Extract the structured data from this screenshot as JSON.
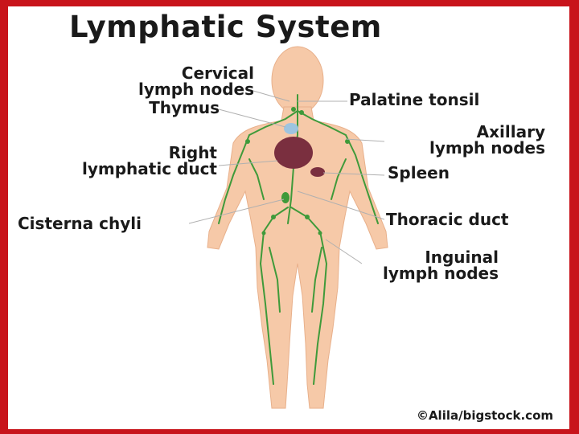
{
  "title": "Lymphatic System",
  "labels": {
    "cervical": "Cervical\nlymph nodes",
    "thymus": "Thymus",
    "right_duct": "Right\nlymphatic duct",
    "cisterna": "Cisterna chyli",
    "palatine": "Palatine tonsil",
    "axillary": "Axillary\nlymph nodes",
    "spleen": "Spleen",
    "thoracic": "Thoracic duct",
    "inguinal": "Inguinal\nlymph nodes"
  },
  "credit": "©Alila/bigstock.com",
  "colors": {
    "border": "#c8141b",
    "skin": "#f6c9a8",
    "skin_edge": "#e8b08b",
    "vessel": "#3f9a3a",
    "organ": "#7a2f3f",
    "text": "#1a1a1a"
  }
}
